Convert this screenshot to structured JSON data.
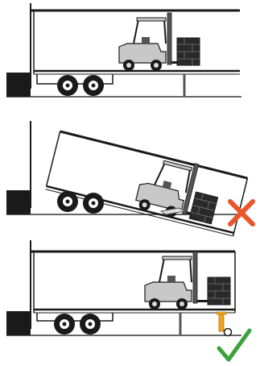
{
  "panels": [
    {
      "id": "stable",
      "description_icon": "truck-trailer-stand-down-icon",
      "verdict": null
    },
    {
      "id": "tipped",
      "description_icon": "trailer-tipping-icon",
      "verdict": "incorrect",
      "verdict_icon": "cross-icon",
      "verdict_color": "#e8562a"
    },
    {
      "id": "supported",
      "description_icon": "trailer-stand-support-icon",
      "verdict": "correct",
      "verdict_icon": "check-icon",
      "verdict_color": "#3aa23a",
      "support_color": "#f0a21e"
    }
  ],
  "colors": {
    "line": "#1a1a1a",
    "trailer_fill": "#ffffff",
    "forklift_body": "#c8c8c8",
    "forklift_dark": "#555555",
    "cargo": "#2a2a2a",
    "ground": "#333333"
  }
}
